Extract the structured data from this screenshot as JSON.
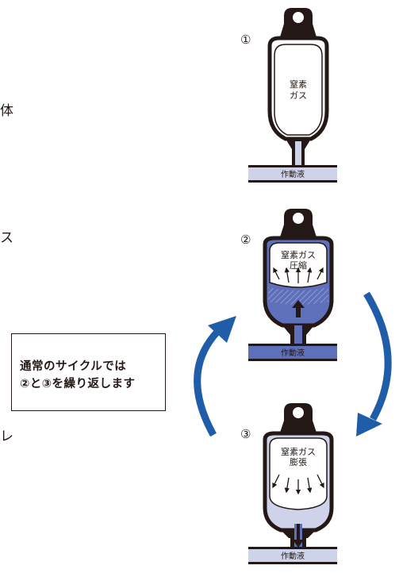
{
  "colors": {
    "accent_blue": "#1f5da8",
    "fluid_blue": "#5f70bb",
    "light_blue": "#cfd3ea",
    "line": "#231815"
  },
  "side_text": [
    "体",
    "ス",
    "レ"
  ],
  "note": {
    "line1": "通常のサイクルでは",
    "line2": "②と③を繰り返します"
  },
  "stages": [
    {
      "number": "①",
      "gas_label_1": "窒素",
      "gas_label_2": "ガス",
      "fluid_label": "作動液"
    },
    {
      "number": "②",
      "gas_label_1": "窒素ガス",
      "gas_label_2": "圧縮",
      "fluid_label": "作動液"
    },
    {
      "number": "③",
      "gas_label_1": "窒素ガス",
      "gas_label_2": "膨張",
      "fluid_label": "作動液"
    }
  ],
  "icons": [
    "cycle-arrow-up-icon",
    "cycle-arrow-down-icon"
  ]
}
